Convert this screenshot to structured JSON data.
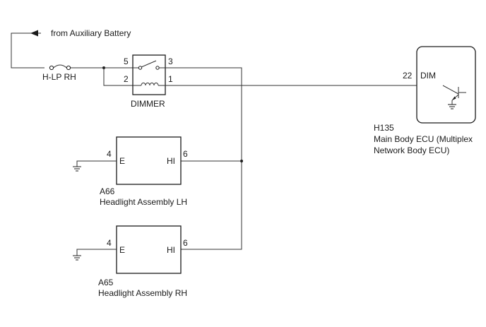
{
  "source": {
    "label": "from Auxiliary Battery"
  },
  "fuse": {
    "label": "H-LP RH"
  },
  "dimmer": {
    "label": "DIMMER",
    "pins": {
      "p5": "5",
      "p3": "3",
      "p2": "2",
      "p1": "1"
    }
  },
  "ecu": {
    "pin_number": "22",
    "pin_name": "DIM",
    "code": "H135",
    "name_line1": "Main Body ECU (Multiplex",
    "name_line2": "Network Body ECU)"
  },
  "headlight_lh": {
    "code": "A66",
    "name": "Headlight Assembly LH",
    "pin_e_number": "4",
    "pin_e_name": "E",
    "pin_hi_number": "6",
    "pin_hi_name": "HI"
  },
  "headlight_rh": {
    "code": "A65",
    "name": "Headlight Assembly RH",
    "pin_e_number": "4",
    "pin_e_name": "E",
    "pin_hi_number": "6",
    "pin_hi_name": "HI"
  },
  "colors": {
    "line": "#333333",
    "text": "#1a1a1a",
    "background": "#ffffff"
  }
}
